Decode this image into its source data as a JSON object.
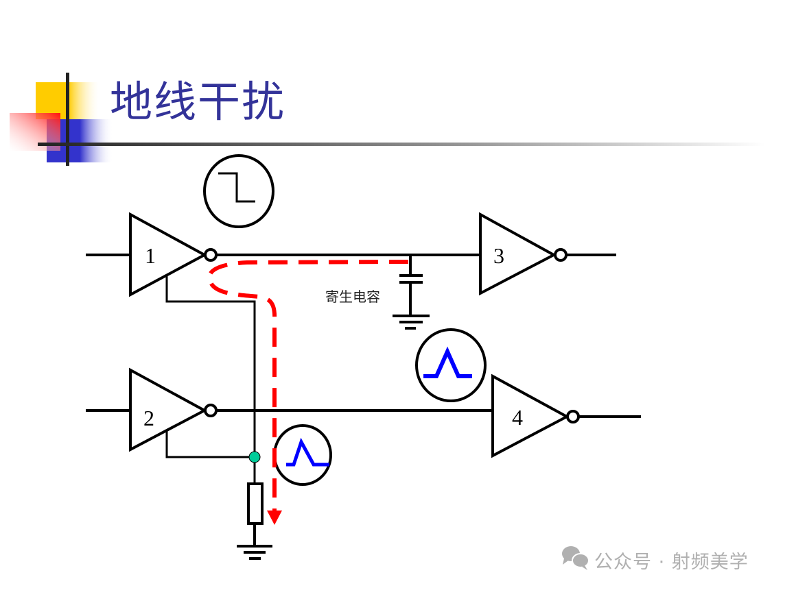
{
  "slide": {
    "title": "地线干扰",
    "capacitor_label": "寄生电容",
    "gates": [
      {
        "label": "1"
      },
      {
        "label": "2"
      },
      {
        "label": "3"
      },
      {
        "label": "4"
      }
    ],
    "watermark": "公众号 · 射频美学",
    "colors": {
      "title": "#333399",
      "current_path": "#ff0000",
      "pulse": "#0000ff",
      "junction": "#00cc99"
    }
  }
}
